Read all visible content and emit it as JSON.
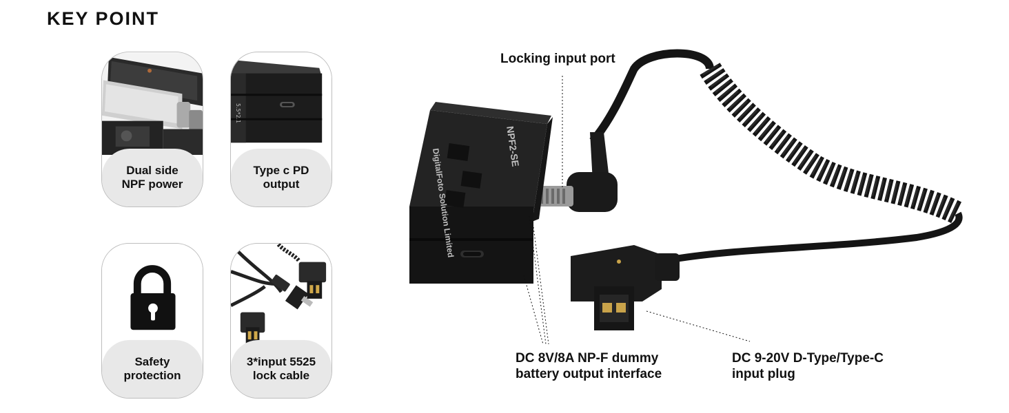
{
  "header": {
    "title": "KEY POINT"
  },
  "cards": [
    {
      "caption_line1": "Dual side",
      "caption_line2": "NPF power",
      "icon": "camera-monitor-rig-icon"
    },
    {
      "caption_line1": "Type c PD",
      "caption_line2": "output",
      "icon": "usb-c-port-icon"
    },
    {
      "caption_line1": "Safety",
      "caption_line2": "protection",
      "icon": "padlock-icon"
    },
    {
      "caption_line1": "3*input 5525",
      "caption_line2": "lock cable",
      "icon": "cable-connectors-icon"
    }
  ],
  "product": {
    "battery_label_brand": "DigitalFoto Solution Limited",
    "battery_label_model": "NPF2-SE",
    "callouts": {
      "locking_input": "Locking input port",
      "output_line1": "DC 8V/8A NP-F dummy",
      "output_line2": "battery output interface",
      "input_line1": "DC 9-20V D-Type/Type-C",
      "input_line2": "input plug"
    }
  },
  "colors": {
    "caption_bg": "#e8e8e8",
    "card_border": "#bdbdbd",
    "product_black": "#1a1a1a"
  }
}
